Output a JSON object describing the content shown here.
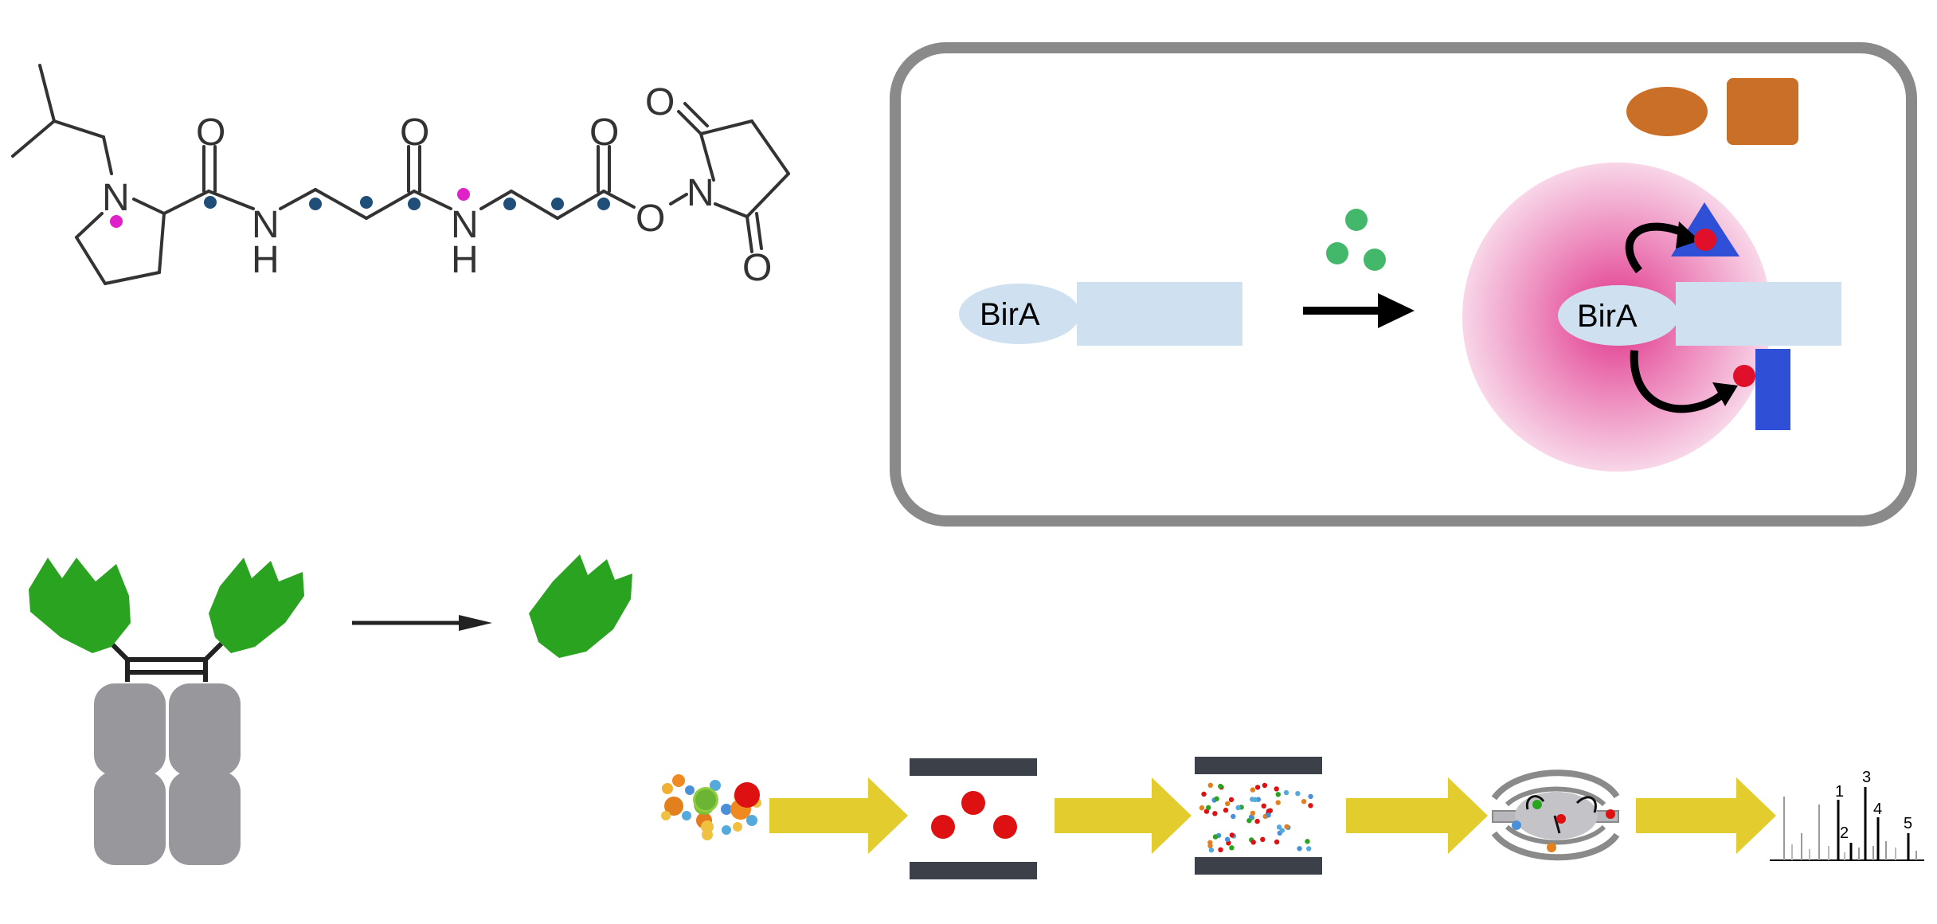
{
  "molecule": {
    "atom_labels": [
      "N",
      "O",
      "N",
      "H",
      "O",
      "N",
      "H",
      "O",
      "O",
      "N",
      "O",
      "O"
    ],
    "colors": {
      "bond": "#333333",
      "marker_blue": "#1f4e79",
      "marker_magenta": "#e020c8"
    }
  },
  "birA_panel": {
    "left_label": "BirA",
    "right_label": "BirA",
    "colors": {
      "frame": "#8a8a8a",
      "enzyme": "#cfe0f0",
      "biotin": "#44b86a",
      "halo": "#e33b8f",
      "target_a": "#2e4fd6",
      "target_b": "#2e4fd6",
      "tag": "#e0102a",
      "legend_oval": "#c96f27",
      "legend_square": "#c96f27"
    }
  },
  "antibody_panel": {
    "colors": {
      "fab": "#2aa320",
      "fc": "#98989c",
      "hinge": "#222222",
      "arrow": "#222222"
    }
  },
  "workflow": {
    "peak_labels": [
      "1",
      "2",
      "3",
      "4",
      "5"
    ],
    "colors": {
      "arrow": "#e2cc2e",
      "plate": "#3b4049",
      "red": "#dd1111"
    }
  }
}
